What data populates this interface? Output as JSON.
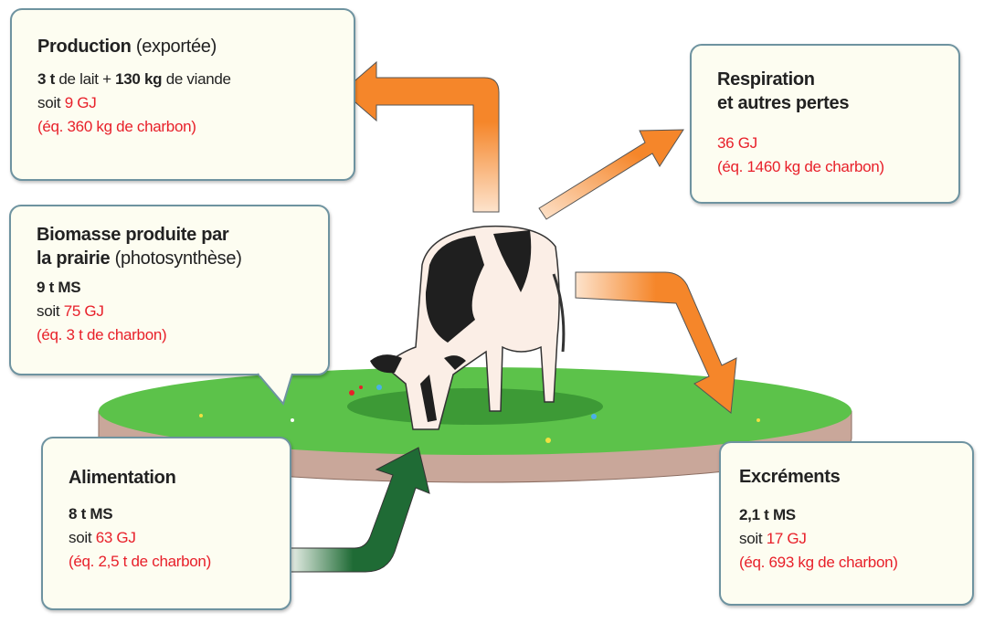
{
  "colors": {
    "accent_red": "#e8202a",
    "arrow_orange": "#f5862a",
    "arrow_green": "#1f6b35",
    "grass": "#5cc24a",
    "box_border": "#6e93a0"
  },
  "production": {
    "title": "Production",
    "title_suffix": "(exportée)",
    "qty1": "3 t",
    "text1": " de lait + ",
    "qty2": "130 kg",
    "text2": " de viande",
    "soit": "soit ",
    "energy": "9 GJ",
    "equiv": "(éq. 360 kg de charbon)"
  },
  "biomasse": {
    "title_line1": "Biomasse produite par",
    "title_line2_a": "la prairie",
    "title_line2_b": " (photosynthèse)",
    "qty": "9 t MS",
    "soit": "soit ",
    "energy": "75 GJ",
    "equiv": "(éq. 3 t de charbon)"
  },
  "alimentation": {
    "title": "Alimentation",
    "qty": "8 t MS",
    "soit": "soit ",
    "energy": "63 GJ",
    "equiv": "(éq. 2,5 t de charbon)"
  },
  "respiration": {
    "title_line1": "Respiration",
    "title_line2": "et autres pertes",
    "energy": "36 GJ",
    "equiv": "(éq. 1460 kg de charbon)"
  },
  "excrements": {
    "title": "Excréments",
    "qty": "2,1 t MS",
    "soit": "soit ",
    "energy": "17 GJ",
    "equiv": "(éq. 693 kg de charbon)"
  }
}
